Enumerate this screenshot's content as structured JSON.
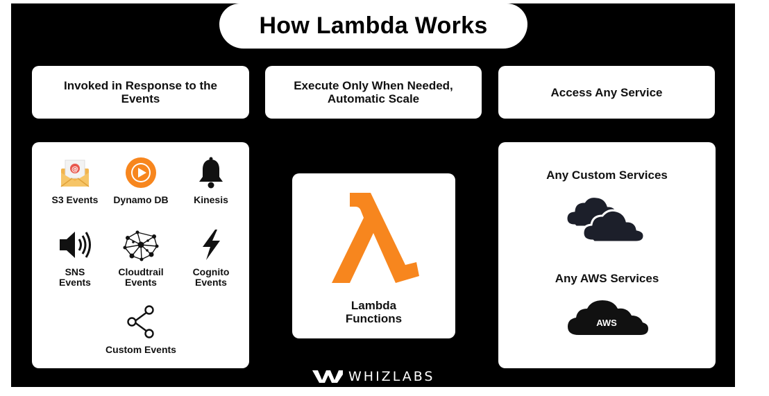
{
  "title": "How Lambda Works",
  "headers": [
    "Invoked in Response to the Events",
    "Execute Only When Needed, Automatic Scale",
    "Access Any Service"
  ],
  "events": [
    {
      "label": "S3 Events",
      "icon": "envelope-icon"
    },
    {
      "label": "Dynamo DB",
      "icon": "play-circle-icon"
    },
    {
      "label": "Kinesis",
      "icon": "bell-icon"
    },
    {
      "label": "SNS\nEvents",
      "icon": "speaker-icon"
    },
    {
      "label": "Cloudtrail\nEvents",
      "icon": "network-icon"
    },
    {
      "label": "Cognito\nEvents",
      "icon": "lightning-icon"
    },
    {
      "label": "Custom Events",
      "icon": "share-icon"
    }
  ],
  "lambda": {
    "label": "Lambda\nFunctions",
    "color": "#f7861e"
  },
  "services": {
    "custom": "Any Custom Services",
    "aws": "Any AWS Services",
    "aws_cloud_text": "AWS"
  },
  "brand": "WHIZLABS"
}
